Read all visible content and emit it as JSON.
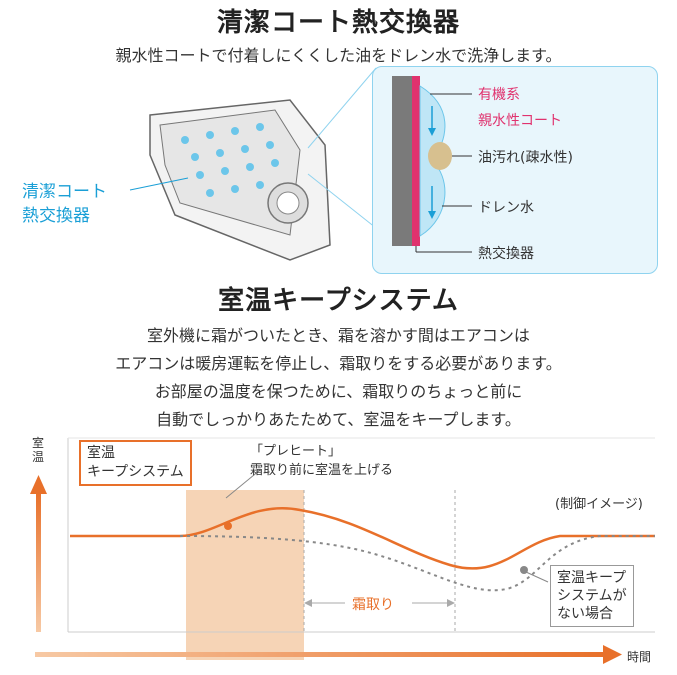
{
  "section1": {
    "title": "清潔コート熱交換器",
    "subtitle": "親水性コートで付着しにくくした油をドレン水で洗浄します。",
    "unit_label_line1": "清潔コート",
    "unit_label_line2": "熱交換器",
    "detail_callouts": {
      "coat_line1": "有機系",
      "coat_line2": "親水性コート",
      "oil": "油汚れ(疎水性)",
      "drain": "ドレン水",
      "exchanger": "熱交換器"
    }
  },
  "section2": {
    "title": "室温キープシステム",
    "body": [
      "室外機に霜がついたとき、霜を溶かす間はエアコンは",
      "エアコンは暖房運転を停止し、霜取りをする必要があります。",
      "お部屋の温度を保つために、霜取りのちょっと前に",
      "自動でしっかりあたためて、室温をキープします。"
    ]
  },
  "chart": {
    "y_axis_label": "室温",
    "x_axis_label": "時間",
    "system_label_line1": "室温",
    "system_label_line2": "キープシステム",
    "preheat_title": "「プレヒート」",
    "preheat_desc": "霜取り前に室温を上げる",
    "note": "(制御イメージ)",
    "defrost_label": "霜取り",
    "no_system_line1": "室温キープ",
    "no_system_line2": "システムが",
    "no_system_line3": "ない場合",
    "colors": {
      "orange": "#e8702a",
      "preheat_band": "#f6d4b6",
      "grey": "#888888"
    }
  }
}
